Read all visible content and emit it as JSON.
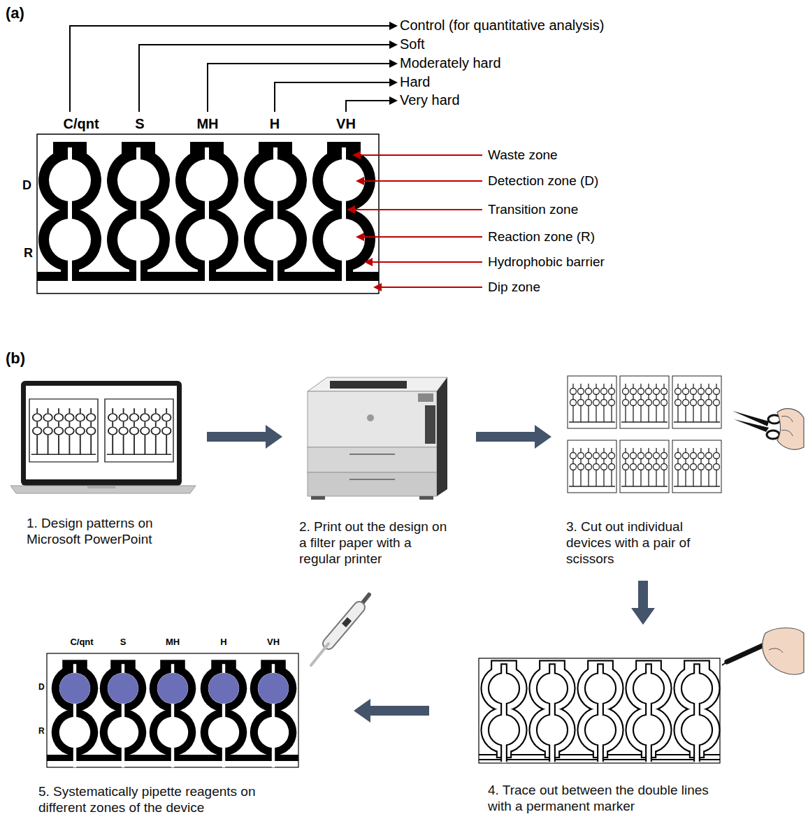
{
  "diagram": {
    "nodes": [
      {
        "text": [
          "1. Design patterns on Microsoft PowerPoint"
        ]
      },
      {
        "text": [
          "2. Print out the design on a filter paper with a regular printer"
        ]
      },
      {
        "text": [
          "3. Cut out individual devices with a pair of scissors"
        ]
      },
      {
        "text": [
          "4. Trace out between the double lines with a permanent marker"
        ]
      },
      {
        "text": [
          "5. Systematically pipette reagents on different zones of the device"
        ]
      }
    ],
    "edges": [
      {
        "from": 0,
        "to": 1,
        "arrow": "to"
      },
      {
        "from": 1,
        "to": 2,
        "arrow": "to"
      },
      {
        "from": 2,
        "to": 3,
        "arrow": "to"
      },
      {
        "from": 3,
        "to": 4,
        "arrow": "to"
      }
    ],
    "labels": [
      "(a)",
      "Control (for quantitative analysis)",
      "Soft",
      "Moderately hard",
      "Hard",
      "Very hard",
      "C/qnt",
      "S",
      "MH",
      "H",
      "VH",
      "D",
      "R",
      "Waste zone",
      "Detection zone (D)",
      "Transition zone",
      "Reaction zone (R)",
      "Hydrophobic barrier",
      "Dip zone",
      "(b)",
      "C/qnt",
      "S",
      "MH",
      "H",
      "VH",
      "D",
      "R"
    ]
  }
}
